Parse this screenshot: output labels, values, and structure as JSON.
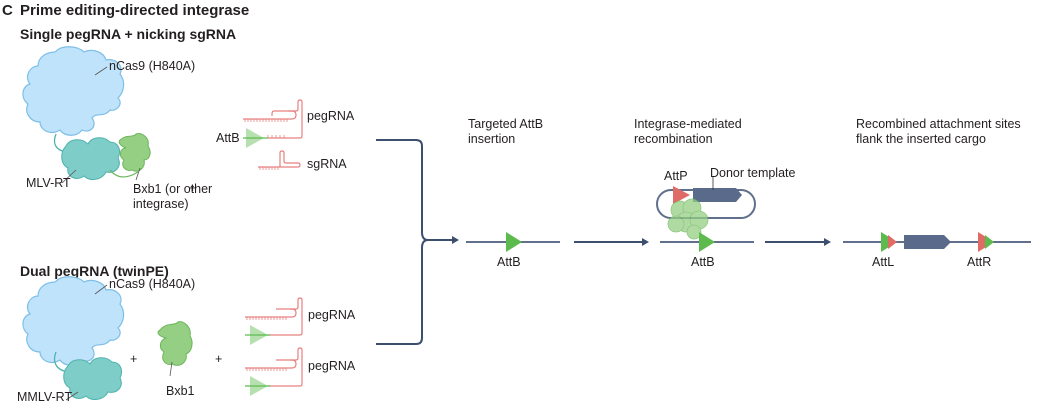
{
  "panel": {
    "letter": "c",
    "title": "Prime editing-directed integrase"
  },
  "sections": {
    "single": {
      "title": "Single pegRNA + nicking sgRNA",
      "nCas9_label": "nCas9 (H840A)",
      "rt_label": "MLV-RT",
      "integrase_label_line1": "Bxb1 (or other",
      "integrase_label_line2": "integrase)",
      "plus": "+",
      "attb_label": "AttB",
      "pegrna_label": "pegRNA",
      "sgrna_label": "sgRNA"
    },
    "dual": {
      "title": "Dual pegRNA (twinPE)",
      "nCas9_label": "nCas9 (H840A)",
      "rt_label": "MMLV-RT",
      "integrase_label": "Bxb1",
      "plus1": "+",
      "plus2": "+",
      "pegrna1_label": "pegRNA",
      "pegrna2_label": "pegRNA"
    }
  },
  "steps": [
    {
      "title_line1": "Targeted AttB",
      "title_line2": "insertion",
      "site_label": "AttB"
    },
    {
      "title_line1": "Integrase-mediated",
      "title_line2": "recombination",
      "attp_label": "AttP",
      "donor_label": "Donor template",
      "site_label": "AttB"
    },
    {
      "title_line1": "Recombined attachment sites",
      "title_line2": "flank the inserted cargo",
      "left_label": "AttL",
      "right_label": "AttR"
    }
  ],
  "colors": {
    "cas9_fill": "#bfe3fa",
    "cas9_edge": "#7fbfe6",
    "rt_fill": "#7fcdc8",
    "rt_edge": "#4fb3ad",
    "integrase_fill": "#95cf84",
    "integrase_edge": "#6bb55a",
    "rna": "#e88080",
    "attb_green": "#5dbb4e",
    "attp_red": "#e06b66",
    "dna": "#5f6f8c",
    "arrow": "#3d4f6e",
    "cargo": "#5a6a8a"
  }
}
